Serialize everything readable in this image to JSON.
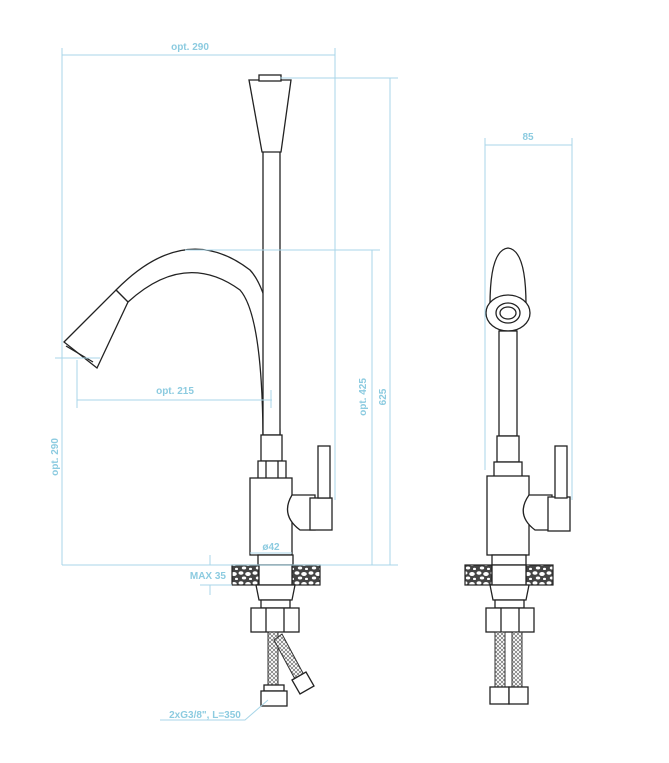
{
  "drawing": {
    "dimensions": {
      "top_width": "opt. 290",
      "total_height": "625",
      "spout_height": "opt. 425",
      "spout_reach": "opt. 215",
      "outlet_height": "opt. 290",
      "base_diameter": "ø42",
      "max_counter": "MAX 35",
      "hoses": "2xG3/8\", L=350",
      "side_width": "85"
    },
    "colors": {
      "dimension": "#a8d6e8",
      "label": "#8ccbe0",
      "line": "#222222"
    }
  }
}
